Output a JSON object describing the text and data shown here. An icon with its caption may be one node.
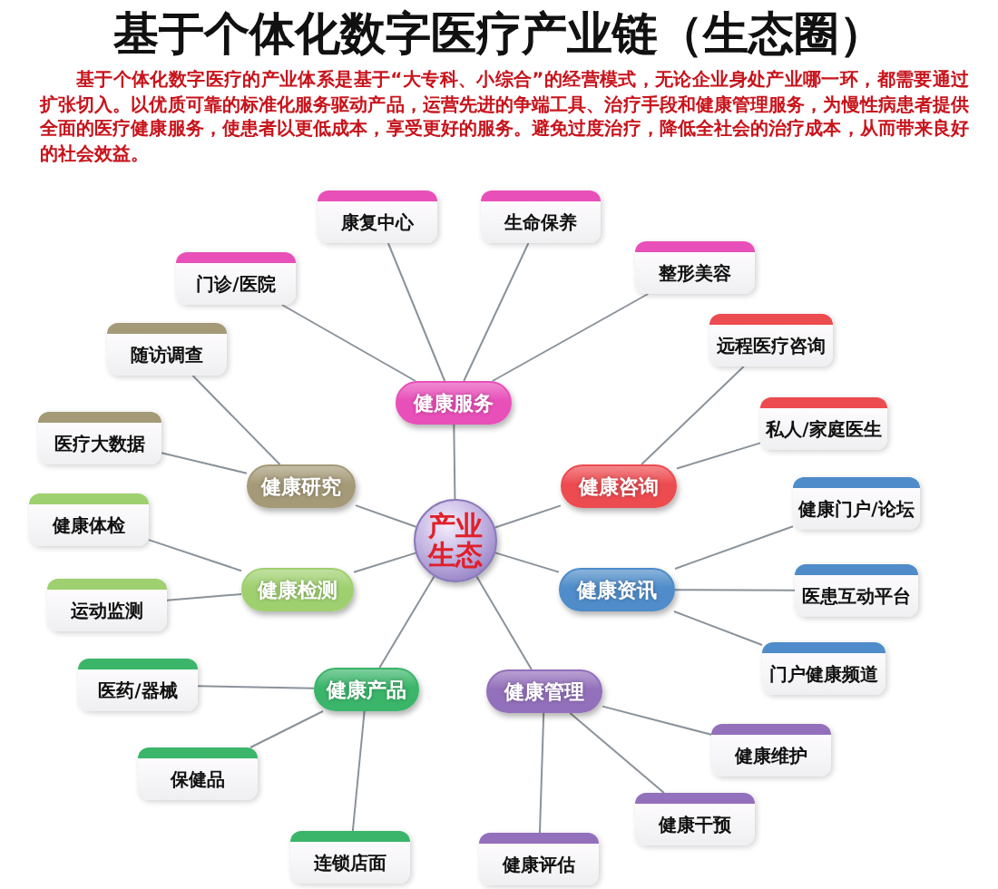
{
  "diagram": {
    "title": "基于个体化数字医疗产业链（生态圈）",
    "nodes": [
      {
        "text": [
          "产业生态"
        ]
      },
      {
        "text": [
          "健康服务"
        ]
      },
      {
        "text": [
          "健康咨询"
        ]
      },
      {
        "text": [
          "健康资讯"
        ]
      },
      {
        "text": [
          "健康管理"
        ]
      },
      {
        "text": [
          "健康产品"
        ]
      },
      {
        "text": [
          "健康检测"
        ]
      },
      {
        "text": [
          "健康研究"
        ]
      },
      {
        "text": [
          "康复中心"
        ]
      },
      {
        "text": [
          "生命保养"
        ]
      },
      {
        "text": [
          "整形美容"
        ]
      },
      {
        "text": [
          "门诊/医院"
        ]
      },
      {
        "text": [
          "远程医疗咨询"
        ]
      },
      {
        "text": [
          "私人/家庭医生"
        ]
      },
      {
        "text": [
          "健康门户/论坛"
        ]
      },
      {
        "text": [
          "医患互动平台"
        ]
      },
      {
        "text": [
          "门户健康频道"
        ]
      },
      {
        "text": [
          "健康维护"
        ]
      },
      {
        "text": [
          "健康干预"
        ]
      },
      {
        "text": [
          "健康评估"
        ]
      },
      {
        "text": [
          "医药/器械"
        ]
      },
      {
        "text": [
          "保健品"
        ]
      },
      {
        "text": [
          "连锁店面"
        ]
      },
      {
        "text": [
          "健康体检"
        ]
      },
      {
        "text": [
          "运动监测"
        ]
      },
      {
        "text": [
          "随访调查"
        ]
      },
      {
        "text": [
          "医疗大数据"
        ]
      }
    ],
    "edges": [
      {
        "from": 0,
        "to": 1,
        "arrow": "none"
      },
      {
        "from": 0,
        "to": 2,
        "arrow": "none"
      },
      {
        "from": 0,
        "to": 3,
        "arrow": "none"
      },
      {
        "from": 0,
        "to": 4,
        "arrow": "none"
      },
      {
        "from": 0,
        "to": 5,
        "arrow": "none"
      },
      {
        "from": 0,
        "to": 6,
        "arrow": "none"
      },
      {
        "from": 0,
        "to": 7,
        "arrow": "none"
      },
      {
        "from": 1,
        "to": 8,
        "arrow": "none"
      },
      {
        "from": 1,
        "to": 9,
        "arrow": "none"
      },
      {
        "from": 1,
        "to": 10,
        "arrow": "none"
      },
      {
        "from": 1,
        "to": 11,
        "arrow": "none"
      },
      {
        "from": 2,
        "to": 12,
        "arrow": "none"
      },
      {
        "from": 2,
        "to": 13,
        "arrow": "none"
      },
      {
        "from": 3,
        "to": 14,
        "arrow": "none"
      },
      {
        "from": 3,
        "to": 15,
        "arrow": "none"
      },
      {
        "from": 3,
        "to": 16,
        "arrow": "none"
      },
      {
        "from": 4,
        "to": 17,
        "arrow": "none"
      },
      {
        "from": 4,
        "to": 18,
        "arrow": "none"
      },
      {
        "from": 4,
        "to": 19,
        "arrow": "none"
      },
      {
        "from": 5,
        "to": 20,
        "arrow": "none"
      },
      {
        "from": 5,
        "to": 21,
        "arrow": "none"
      },
      {
        "from": 5,
        "to": 22,
        "arrow": "none"
      },
      {
        "from": 6,
        "to": 23,
        "arrow": "none"
      },
      {
        "from": 6,
        "to": 24,
        "arrow": "none"
      },
      {
        "from": 7,
        "to": 25,
        "arrow": "none"
      },
      {
        "from": 7,
        "to": 26,
        "arrow": "none"
      }
    ],
    "labels": [
      "基于个体化数字医疗的产业体系是基于“大专科、小综合”的经营模式，无论企业身处产业哪一环，都需要通过扩张切入。以优质可靠的标准化服务驱动产品，运营先进的争端工具、治疗手段和健康管理服务，为慢性病患者提供全面的医疗健康服务，使患者以更低成本，享受更好的服务。避免过度治疗，降低全社会的治疗成本，从而带来良好的社会效益。"
    ]
  }
}
